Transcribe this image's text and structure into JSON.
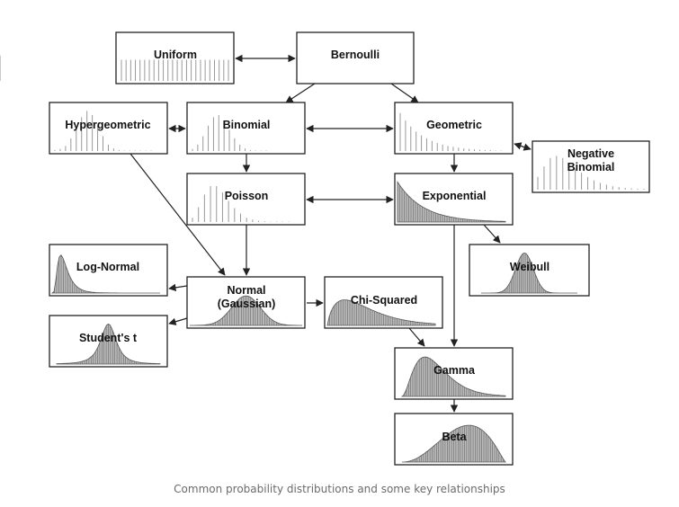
{
  "diagram": {
    "nodes": [
      {
        "id": "uniform",
        "label": "Uniform",
        "shape": "uniform"
      },
      {
        "id": "bernoulli",
        "label": "Bernoulli",
        "shape": "bernoulli"
      },
      {
        "id": "hypergeometric",
        "label": "Hypergeometric",
        "shape": "hypergeo"
      },
      {
        "id": "binomial",
        "label": "Binomial",
        "shape": "binomial"
      },
      {
        "id": "geometric",
        "label": "Geometric",
        "shape": "geometric"
      },
      {
        "id": "negative-binomial",
        "label": "Negative\nBinomial",
        "shape": "negbinom"
      },
      {
        "id": "poisson",
        "label": "Poisson",
        "shape": "poisson"
      },
      {
        "id": "exponential",
        "label": "Exponential",
        "shape": "exponential"
      },
      {
        "id": "log-normal",
        "label": "Log-Normal",
        "shape": "lognormal"
      },
      {
        "id": "weibull",
        "label": "Weibull",
        "shape": "weibull"
      },
      {
        "id": "normal",
        "label": "Normal\n(Gaussian)",
        "shape": "normal"
      },
      {
        "id": "chi-squared",
        "label": "Chi-Squared",
        "shape": "chisq"
      },
      {
        "id": "students-t",
        "label": "Student's t",
        "shape": "studentt"
      },
      {
        "id": "gamma",
        "label": "Gamma",
        "shape": "gamma"
      },
      {
        "id": "beta",
        "label": "Beta",
        "shape": "beta"
      }
    ],
    "edges": [
      {
        "from": "uniform",
        "to": "bernoulli",
        "bidirectional": true
      },
      {
        "from": "bernoulli",
        "to": "binomial",
        "bidirectional": false
      },
      {
        "from": "bernoulli",
        "to": "geometric",
        "bidirectional": false
      },
      {
        "from": "hypergeometric",
        "to": "binomial",
        "bidirectional": true
      },
      {
        "from": "binomial",
        "to": "geometric",
        "bidirectional": true
      },
      {
        "from": "geometric",
        "to": "negative-binomial",
        "bidirectional": true
      },
      {
        "from": "binomial",
        "to": "poisson",
        "bidirectional": false
      },
      {
        "from": "geometric",
        "to": "exponential",
        "bidirectional": false
      },
      {
        "from": "poisson",
        "to": "exponential",
        "bidirectional": true
      },
      {
        "from": "hypergeometric",
        "to": "normal",
        "bidirectional": false
      },
      {
        "from": "poisson",
        "to": "normal",
        "bidirectional": false
      },
      {
        "from": "exponential",
        "to": "weibull",
        "bidirectional": false
      },
      {
        "from": "exponential",
        "to": "gamma",
        "bidirectional": false
      },
      {
        "from": "normal",
        "to": "log-normal",
        "bidirectional": false
      },
      {
        "from": "normal",
        "to": "students-t",
        "bidirectional": false
      },
      {
        "from": "normal",
        "to": "chi-squared",
        "bidirectional": false
      },
      {
        "from": "chi-squared",
        "to": "gamma",
        "bidirectional": false
      },
      {
        "from": "gamma",
        "to": "beta",
        "bidirectional": false
      }
    ]
  },
  "caption": "Common probability distributions and some key relationships"
}
